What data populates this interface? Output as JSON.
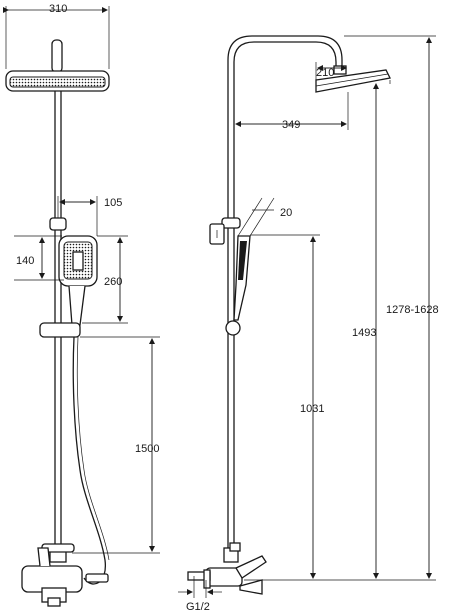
{
  "dimensions": {
    "left_view": {
      "head_width": "310",
      "hand_offset": "105",
      "hand_head_height": "140",
      "hand_length": "260",
      "hose_height": "1500"
    },
    "right_view": {
      "head_diameter": "210",
      "arm_reach": "349",
      "angle": "20",
      "hand_height": "1031",
      "overall_height": "1493",
      "adjustable_height": "1278-1628",
      "thread": "G1/2"
    }
  }
}
